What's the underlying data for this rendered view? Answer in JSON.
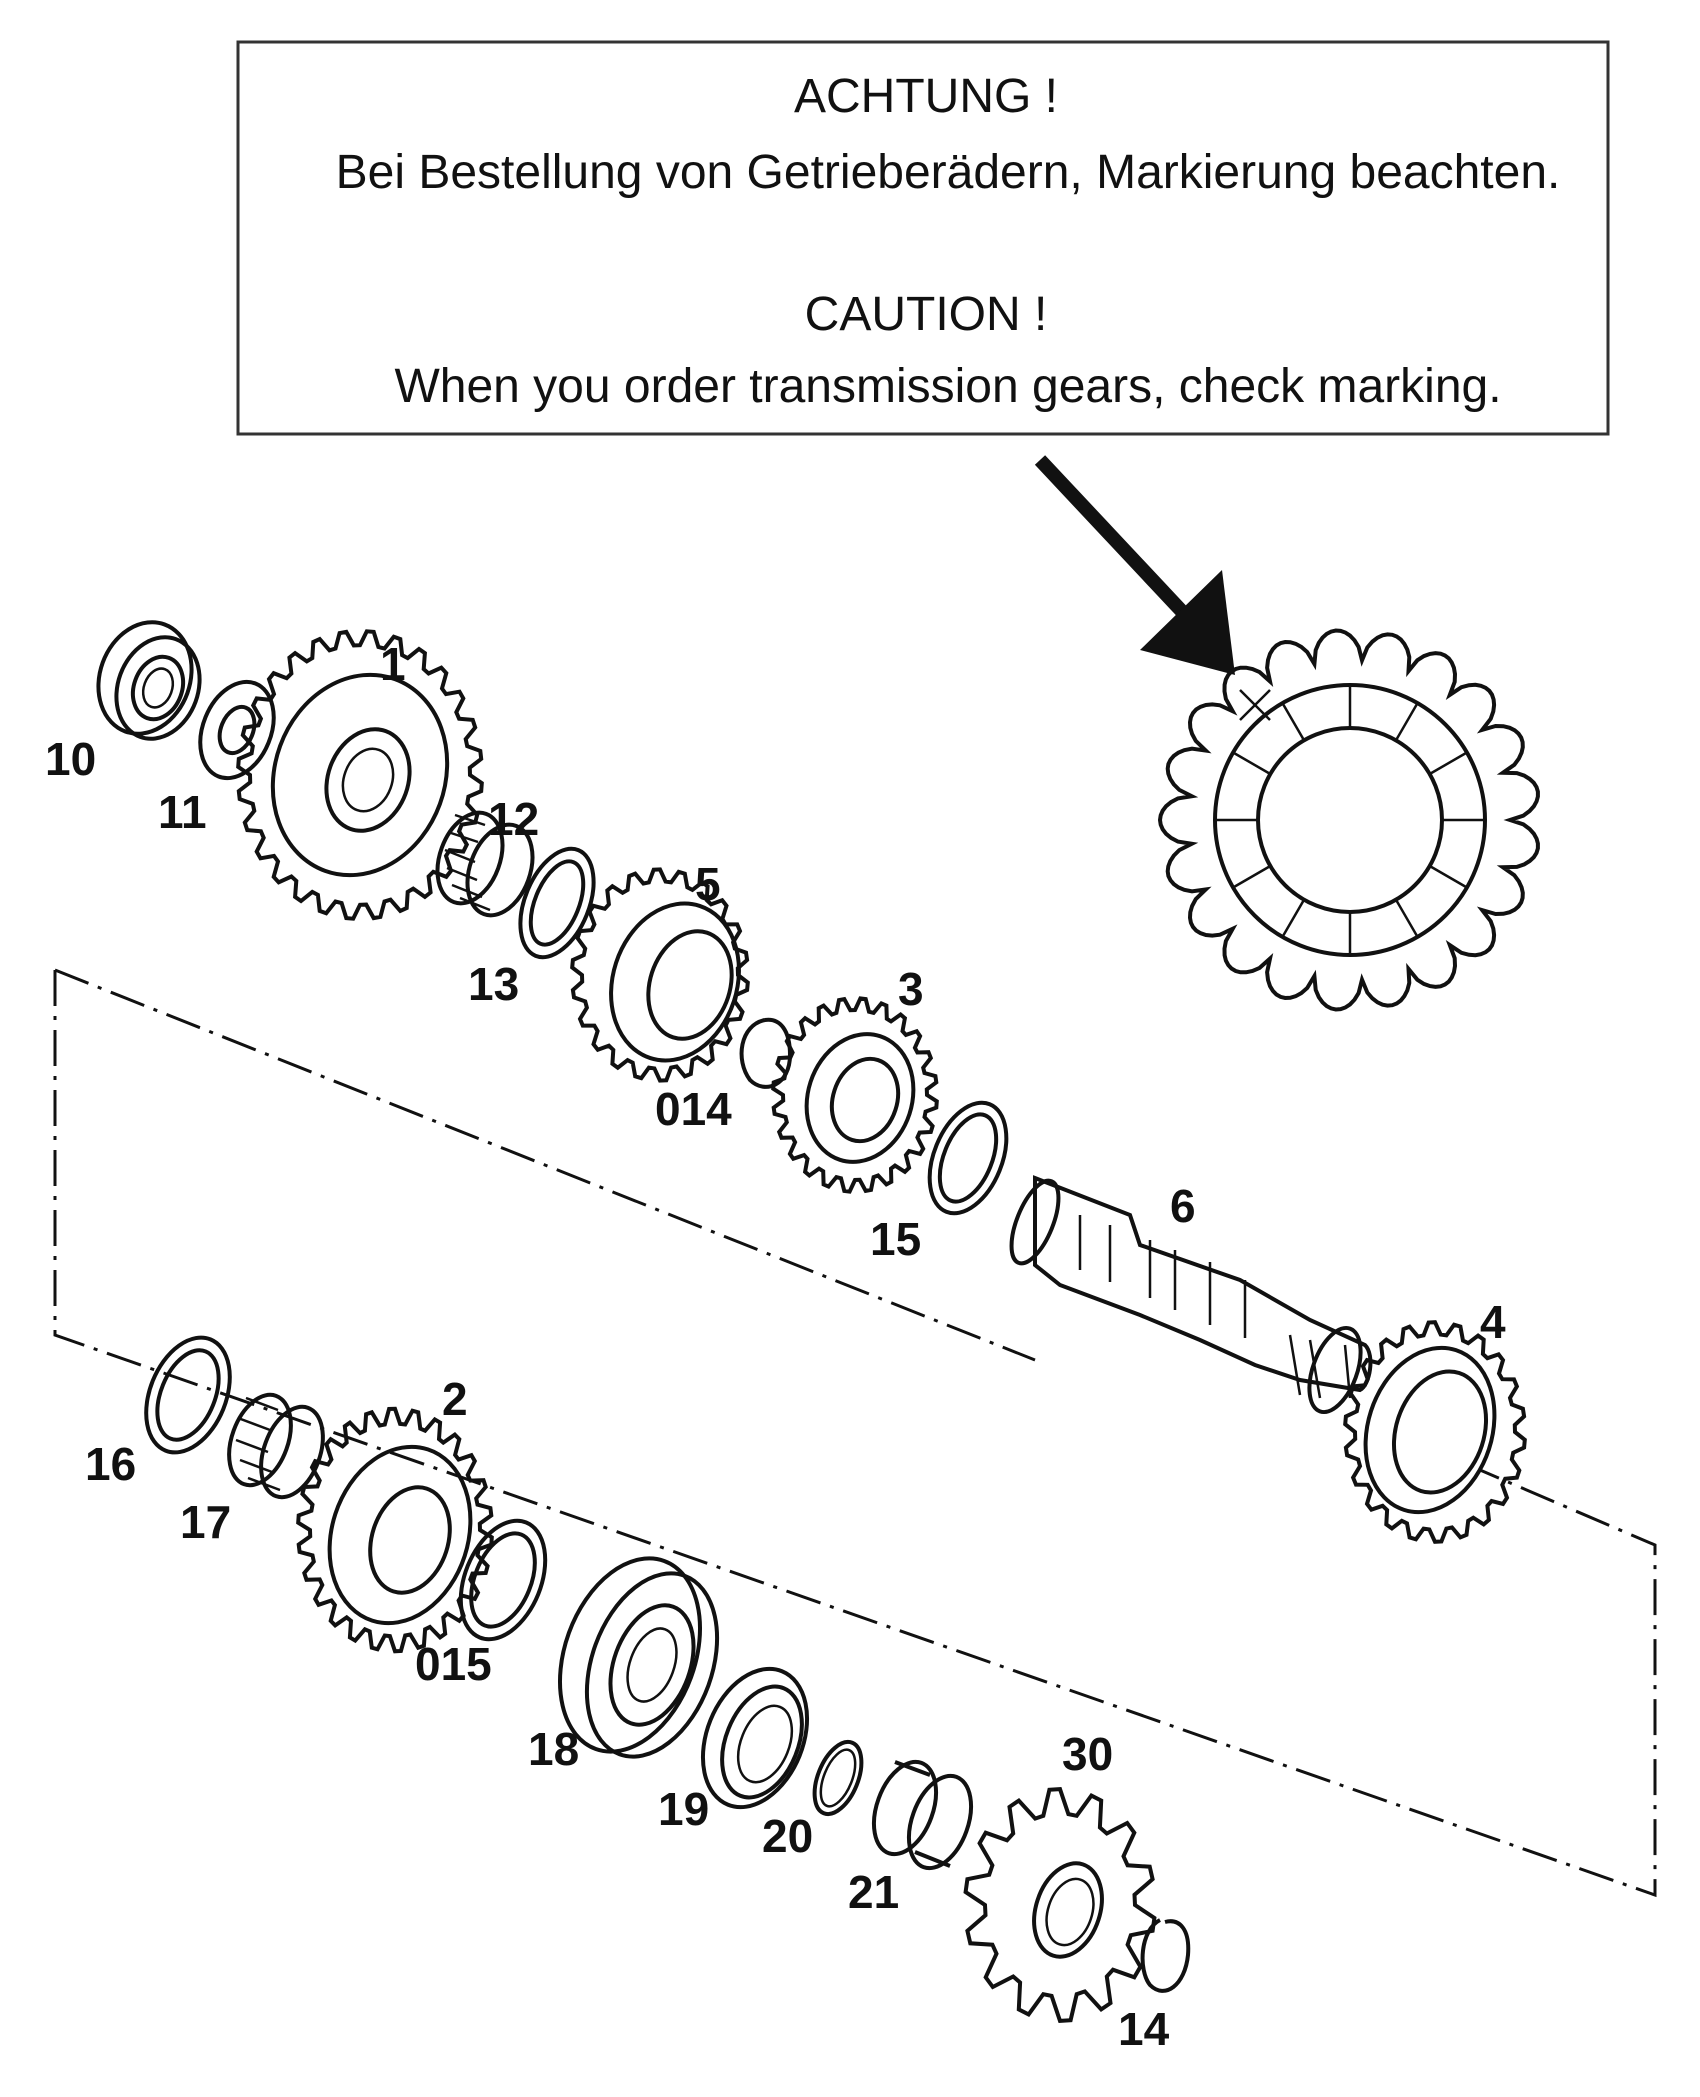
{
  "notice": {
    "heading_de": "ACHTUNG !",
    "text_de": "Bei Bestellung von Getrieberädern, Markierung beachten.",
    "heading_en": "CAUTION !",
    "text_en": "When you order transmission gears, check marking."
  },
  "callouts": {
    "c1": "1",
    "c2": "2",
    "c3": "3",
    "c4": "4",
    "c5": "5",
    "c6": "6",
    "c10": "10",
    "c11": "11",
    "c12": "12",
    "c13": "13",
    "c014": "014",
    "c15": "15",
    "c16": "16",
    "c17": "17",
    "c015": "015",
    "c18": "18",
    "c19": "19",
    "c20": "20",
    "c21": "21",
    "c30": "30",
    "c14": "14"
  }
}
